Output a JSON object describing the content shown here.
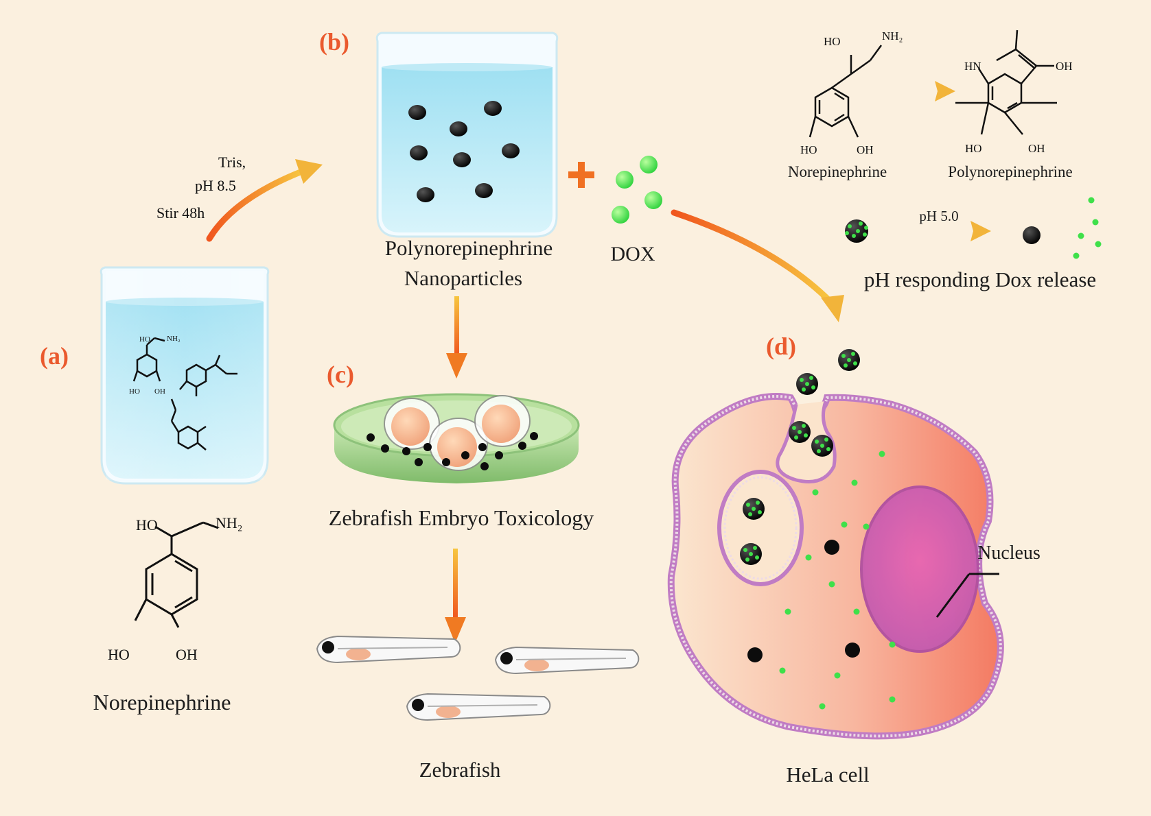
{
  "panels": {
    "a": "(a)",
    "b": "(b)",
    "c": "(c)",
    "d": "(d)"
  },
  "reaction_conditions": {
    "line1": "Tris,",
    "line2": "pH 8.5",
    "line3": "Stir 48h"
  },
  "molecule_groups": {
    "ho": "HO",
    "oh": "OH",
    "nh2": "NH₂",
    "hn": "HN"
  },
  "labels": {
    "norepinephrine": "Norepinephrine",
    "nanoparticles_line1": "Polynorepinephrine",
    "nanoparticles_line2": "Nanoparticles",
    "dox": "DOX",
    "zebrafish_toxicology": "Zebrafish Embryo Toxicology",
    "zebrafish": "Zebrafish",
    "hela_cell": "HeLa cell",
    "nucleus": "Nucleus"
  },
  "inset": {
    "norepinephrine": "Norepinephrine",
    "polynorepinephrine": "Polynorepinephrine",
    "ph_condition": "pH 5.0",
    "release_caption": "pH responding Dox release"
  },
  "colors": {
    "background": "#fbf0df",
    "panel_label": "#ea5a2e",
    "water": "#a6e3f2",
    "nanoparticle": "#111111",
    "dox": "#3fe04a",
    "cell": "#f7a78e",
    "nucleus": "#d85aa8",
    "membrane": "#c07cc4",
    "petri_dish": "#a3d08a",
    "arrow": "#f0a12c"
  }
}
